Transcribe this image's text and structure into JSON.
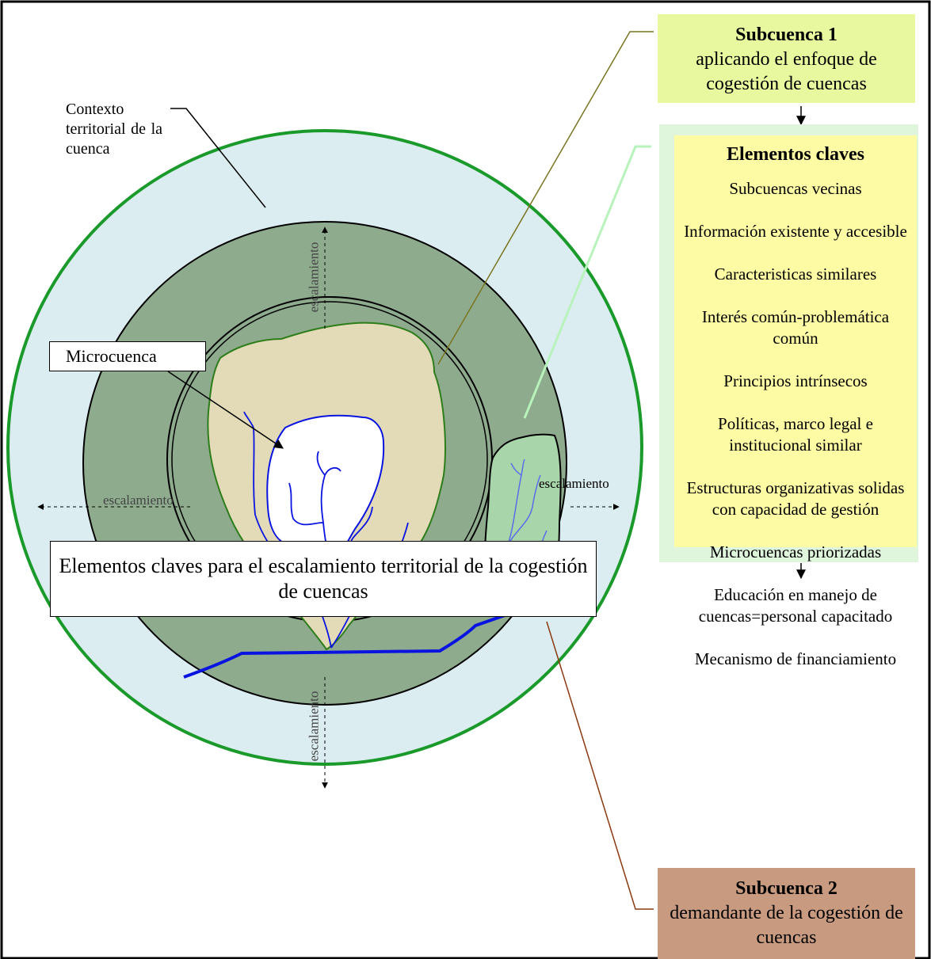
{
  "subcuenca1": {
    "title": "Subcuenca 1",
    "text": "aplicando el enfoque de cogestión de cuencas"
  },
  "elementos": {
    "title": "Elementos claves",
    "items": [
      "Subcuencas vecinas",
      "Información existente y accesible",
      "Caracteristicas similares",
      "Interés común-problemática común",
      "Principios intrínsecos",
      "Políticas, marco legal e institucional similar",
      "Estructuras organizativas solidas con capacidad de gestión",
      "Microcuencas priorizadas",
      "Educación en manejo de cuencas=personal capacitado",
      "Mecanismo de financiamiento"
    ]
  },
  "subcuenca2": {
    "title": "Subcuenca 2",
    "text": "demandante de la cogestión de cuencas"
  },
  "context_label": "Contexto territorial de la cuenca",
  "microcuenca_label": "Microcuenca",
  "escalamiento_label": "escalamiento",
  "caption": "Elementos claves para el escalamiento territorial de la cogestión de cuencas",
  "colors": {
    "outer_ring": "#dbedf0",
    "middle_ring": "#8eab8e",
    "subcuenca1_area": "#e3dbb8",
    "subcuenca2_area": "#a9d5aa",
    "river": "#0a14e0",
    "subcuenca1_box": "#e8f89f",
    "keys_box": "#fdfba4",
    "subcuenca2_box": "#c89a80"
  }
}
